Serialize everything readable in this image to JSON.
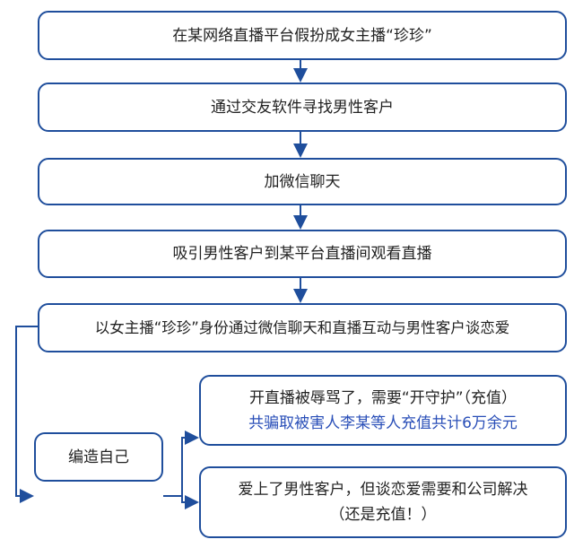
{
  "steps": [
    "在某网络直播平台假扮成女主播“珍珍”",
    "通过交友软件寻找男性客户",
    "加微信聊天",
    "吸引男性客户到某平台直播间观看直播",
    "以女主播“珍珍”身份通过微信聊天和直播互动与男性客户谈恋爱"
  ],
  "fabricate": "编造自己",
  "branch1": {
    "line1": "开直播被辱骂了，需要“开守护”（充值）",
    "line2": "共骗取被害人李某等人充值共计6万余元"
  },
  "branch2": {
    "line1": "爱上了男性客户，但谈恋爱需要和公司解决",
    "line2": "（还是充值！）"
  },
  "colors": {
    "line": "#1f4e9c",
    "highlight": "#2a4fb8"
  }
}
